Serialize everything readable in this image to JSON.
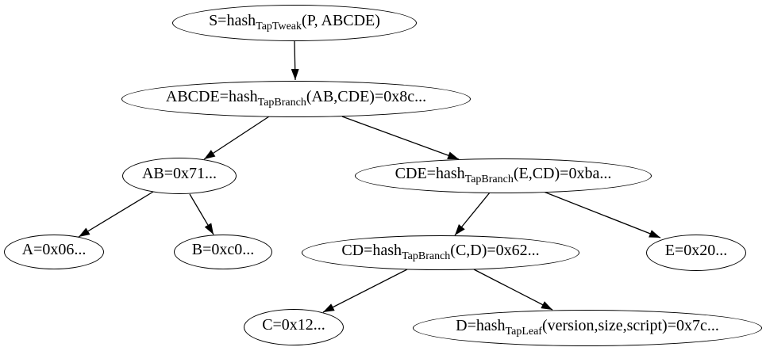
{
  "diagram": {
    "background_color": "#ffffff",
    "stroke_color": "#000000",
    "text_color": "#000000",
    "nodes": [
      {
        "id": "S",
        "pre": "S=hash",
        "sub": "TapTweak",
        "post": "(P, ABCDE)"
      },
      {
        "id": "ABCDE",
        "pre": "ABCDE=hash",
        "sub": "TapBranch",
        "post": "(AB,CDE)=0x8c..."
      },
      {
        "id": "AB",
        "pre": "AB=0x71...",
        "sub": "",
        "post": ""
      },
      {
        "id": "CDE",
        "pre": "CDE=hash",
        "sub": "TapBranch",
        "post": "(E,CD)=0xba..."
      },
      {
        "id": "A",
        "pre": "A=0x06...",
        "sub": "",
        "post": ""
      },
      {
        "id": "B",
        "pre": "B=0xc0...",
        "sub": "",
        "post": ""
      },
      {
        "id": "CD",
        "pre": "CD=hash",
        "sub": "TapBranch",
        "post": "(C,D)=0x62..."
      },
      {
        "id": "E",
        "pre": "E=0x20...",
        "sub": "",
        "post": ""
      },
      {
        "id": "C",
        "pre": "C=0x12...",
        "sub": "",
        "post": ""
      },
      {
        "id": "D",
        "pre": "D=hash",
        "sub": "TapLeaf",
        "post": "(version,size,script)=0x7c..."
      }
    ],
    "edges": [
      {
        "from": "S",
        "to": "ABCDE"
      },
      {
        "from": "ABCDE",
        "to": "AB"
      },
      {
        "from": "ABCDE",
        "to": "CDE"
      },
      {
        "from": "AB",
        "to": "A"
      },
      {
        "from": "AB",
        "to": "B"
      },
      {
        "from": "CDE",
        "to": "CD"
      },
      {
        "from": "CDE",
        "to": "E"
      },
      {
        "from": "CD",
        "to": "C"
      },
      {
        "from": "CD",
        "to": "D"
      }
    ]
  }
}
